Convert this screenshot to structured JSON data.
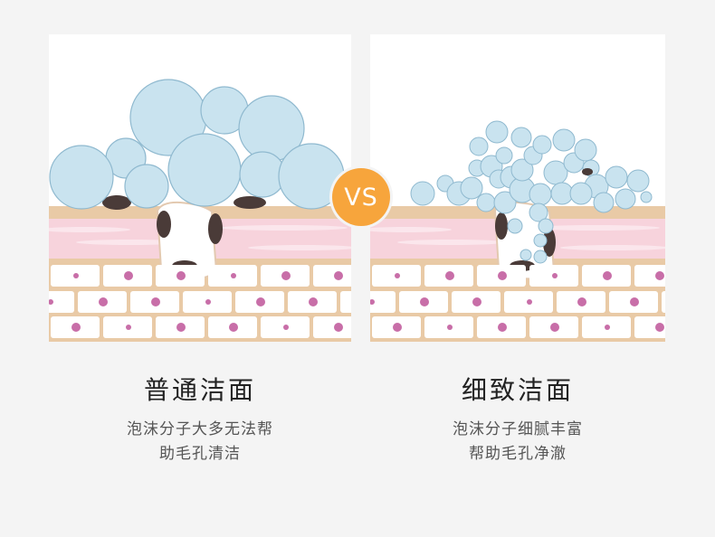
{
  "vs_label": "VS",
  "left": {
    "title": "普通洁面",
    "desc_line1": "泡沫分子大多无法帮",
    "desc_line2": "助毛孔清洁"
  },
  "right": {
    "title": "细致洁面",
    "desc_line1": "泡沫分子细腻丰富",
    "desc_line2": "帮助毛孔净澈"
  },
  "colors": {
    "bubble_fill": "#c9e3ef",
    "bubble_stroke": "#8fb9cf",
    "skin_tan": "#e9caa6",
    "skin_pink": "#f7d3dc",
    "cell_white": "#ffffff",
    "cell_nucleus": "#c86ea8",
    "pore_dark": "#4a3b38",
    "vs_orange": "#f7a53c"
  }
}
